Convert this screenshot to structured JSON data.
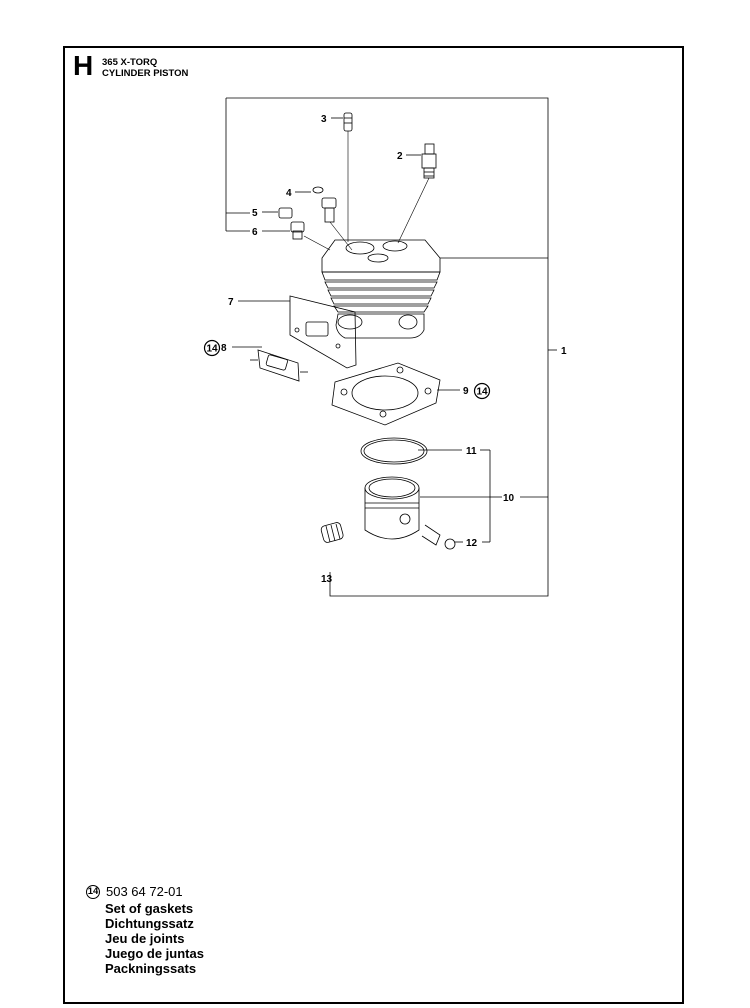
{
  "header": {
    "section": "H",
    "model": "365 X-TORQ",
    "title": "CYLINDER PISTON"
  },
  "callouts": {
    "c1": "1",
    "c2": "2",
    "c3": "3",
    "c4": "4",
    "c5": "5",
    "c6": "6",
    "c7": "7",
    "c8": "8",
    "c9": "9",
    "c10": "10",
    "c11": "11",
    "c12": "12",
    "c13": "13",
    "kit_ref": "14"
  },
  "kit": {
    "ref": "14",
    "part_number": "503 64 72-01",
    "names": [
      "Set of gaskets",
      "Dichtungssatz",
      "Jeu de joints",
      "Juego de juntas",
      "Packningssats"
    ]
  }
}
